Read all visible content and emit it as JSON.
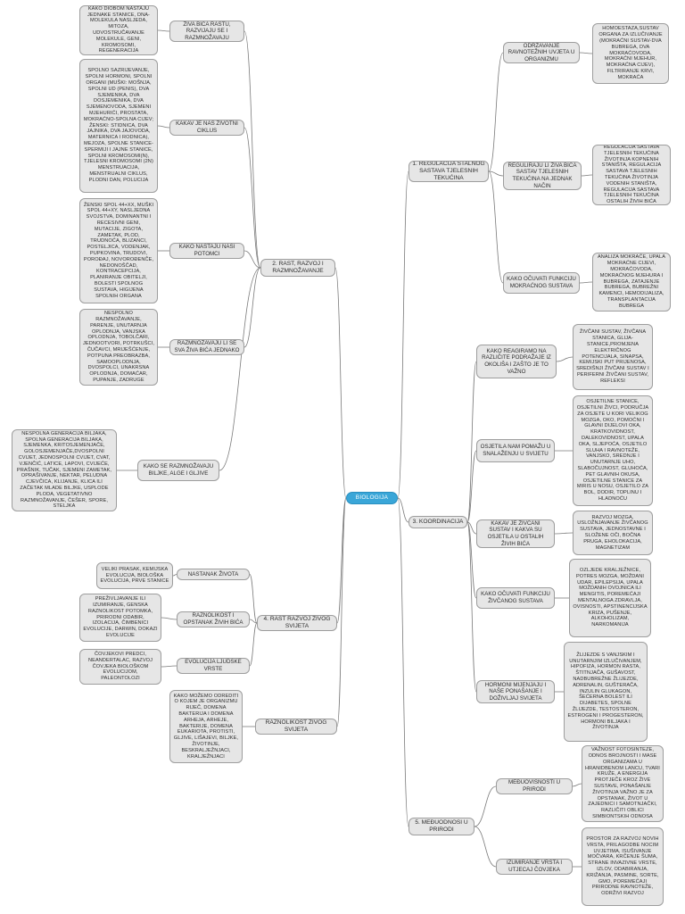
{
  "root": {
    "label": "BIOLOGIJA"
  },
  "branches": {
    "b1": {
      "label": "1. REGULACIJA STALNOG SASTAVA TJELESNIH TEKUĆINA",
      "topics": [
        {
          "label": "ODRŽAVANJE RAVNOTEŽNIH UVJETA U ORGANIZMU",
          "detail": "HOMOESTAZA,SUSTAV ORGANA ZA IZLUČIVANJE (MOKRAĆNI SUSTAV-DVA BUBREGA, DVA MOKRAĆOVODA, MOKRAĆNI MJEHUR, MOKRAĆNA CIJEV), FILTRIRANJE KRVI, MOKRAĆA"
        },
        {
          "label": "REGULIRAJU LI ŽIVA BIĆA SASTAV TJELESNIH TEKUĆINA NA JEDNAK NAČIN",
          "detail": "REGULACIJA SASTAVA TJELESNIH TEKUĆINA ŽIVOTINJA KOPNENIH STANIŠTA, REGULACIJA SASTAVA TJELESNIH TEKUĆINA ŽIVOTINJA VODENIH STANIŠTA, REGULACIJA SASTAVA TJELESNIH TEKUĆINA OSTALIH ŽIVIH BIĆA"
        },
        {
          "label": "KAKO OČUVATI FUNKCIJU MOKRAĆNOG SUSTAVA",
          "detail": "ANALIZA MOKRAĆE, UPALA MOKRAĆNE CIJEVI, MOKRAĆOVODA, MOKRAĆNOG MJEHURA I BUBREGA, ZATAJENJE BUBREGA, BUBREŽNI KAMENCI, HEMODIJALIZA, TRANSPLANTACIJA BUBREGA"
        }
      ]
    },
    "b2": {
      "label": "2. RAST, RAZVOJ I RAZMNOŽAVANJE",
      "topics": [
        {
          "label": "ŽIVA BIĆA RASTU, RAZVIJAJU SE I RAZMNOŽAVAJU",
          "detail": "KAKO DIOBOM NASTAJU JEDNAKE STANICE, DNA-MOLEKULA NASLJEDA, MITOZA, UDVOSTRUČAVANJE MOLEKULE, GENI, KROMOSOMI, REGENERACIJA"
        },
        {
          "label": "KAKAV JE NAŠ ŽIVOTNI CIKLUS",
          "detail": "SPOLNO SAZRIJEVANJE, SPOLNI HORMONI, SPOLNI ORGANI (MUŠKI: MOŠNJA, SPOLNI UD (PENIS), DVA SJEMENIKA, DVA DOSJEMENIKA, DVA SJEMENOVODA, SJEMENI MJEHURIĆI, PROSTATA, MOKRAĆNO-SPOLNA CIJEV; ŽENSKI: STIDNICA, DVA JAJNIKA, DVA JAJOVODA, MATERNICA I RODNICA), MEJOZA, SPOLNE STANICE-SPERMIJI I JAJNE STANICE, SPOLNI KROMOSOMI(n), TJELESNI KROMOSOMI (2n) MENSTRUACIJA, MENSTRUALNI CIKLUS, PLODNI DAN, POLUCIJA"
        },
        {
          "label": "KAKO NASTAJU NAŠI POTOMCI",
          "detail": "ŽENSKI SPOL 44+XX, MUŠKI SPOL 44+XY, NASLJEDNA SVOJSTVA, DOMINANTNI I RECESIVNI GENI, MUTACIJE, ZIGOTA, ZAMETAK, PLOD, TRUDNOĆA, BLIZANCI, POSTELJICA, VODENJAK, PUPKOVINA, TRUDOVI, POROĐAJ, NOVOROĐENČE, NEDONOŠČAD, KONTRACEPCIJA, PLANIRANJE OBITELJI, BOLESTI SPOLNOG SUSTAVA, HIGIJENA SPOLNIH ORGANA"
        },
        {
          "label": "RAZMNOŽAVAJU LI SE SVA ŽIVA BIĆA JEDNAKO",
          "detail": "NESPOLNO RAZMNOŽAVANJE, PARENJE, UNUTARNJA OPLODNJA, VANJSKA OPLODNJA, TOBOLČARI, JEDNOOTVORI, POTRKUŠCI, ČUČAVCI, MRIJEŠĆENJE, POTPUNA PREOBRAZBA, SAMOOPLODNJA, DVOSPOLCI, UNAKRSNA OPLODNJA, DOMAĆAR, PUPANJE, ZADRUGE"
        },
        {
          "label": "KAKO SE RAZMNOŽAVAJU BILJKE, ALGE I GLJIVE",
          "detail": "NESPOLNA GENERACIJA BILJAKA, SPOLNA GENERACIJA BILJAKA, SJEMENKA, KRITOSJEMENJAČE, GOLOSJEMENJAČE,DVOSPOLNI CVIJET, JEDNOSPOLNI CVIJET, CVAT, VJENČIĆ, LATICE, LAPOVI, CVIJEĆE, PRAŠNIK, TUČAK, SJEMENI ZAMETAK, OPRAŠIVANJE, NEKTAR, PELUDNA CJEVČICA, KLIJANJE, KLICA ILI ZAČETAK MLADE BILJKE, USPLODE PLODA, VEGETATIVNO RAZMNOŽAVANJE, ČEŠER, SPORE, STELJKA"
        }
      ]
    },
    "b3": {
      "label": "3. KOORDINACIJA",
      "topics": [
        {
          "label": "KAKO REAGIRAMO NA RAZLIČITE PODRAŽAJE IZ OKOLIŠA I ZAŠTO JE TO VAŽNO",
          "detail": "ŽIVČANI SUSTAV, ŽIVČANA STANICA, GLIJA-STANICE,PROMJENA ELEKTRIČNOG POTENCIJALA, SINAPSA, KEMIJSKI PUT PRIJENOSA, SREDIŠNJI ŽIVČANI SUSTAV I PERIFERNI ŽIVČANI SUSTAV, REFLEKSI"
        },
        {
          "label": "OSJETILA NAM POMAŽU U SNALAŽENJU U SVIJETU",
          "detail": "OSJETILNE STANICE, OSJETILNI ŽIVCI, PODRUČJA ZA OSJETE U KORI VELIKOG MOZGA, OKO, POMOĆNI I GLAVNI DIJELOVI OKA, KRATKOVIDNOST, DALEKOVIDNOST, UPALA OKA, SLJEPOĆA, OSJETILO SLUHA I RAVNOTEŽE, VANJSKO, SREDNJE I UNUTARNJE UHO, SLABOČUJNOST, GLUHOĆA, PET GLAVNIH OKUSA, OSJETILNE STANICE ZA MIRIS U NOSU, OSJETILO ZA BOL, DODIR, TOPLINU I HLADNOĆU"
        },
        {
          "label": "KAKAV JE ŽIVČANI SUSTAV I KAKVA SU OSJETILA U OSTALIH ŽIVIH BIĆA",
          "detail": "RAZVOJ MOZGA, USLOŽNJAVANJE ŽIVČANOG SUSTAVA, JEDNOSTAVNE I SLOŽENE OČI, BOČNA PRUGA, EHOLOKACIJA, MAGNETIZAM"
        },
        {
          "label": "KAKO OČUVATI FUNKCIJU ŽIVČANOG SUSTAVA",
          "detail": "OZLJEDE KRALJEŽNICE, POTRES MOZGA, MOŽDANI UDAR, EPILEPSIJA, UPALA MOŽDANIH OVOJNICA ILI MENGITIS, POREMEĆAJI MENTALNOGA ZDRAVLJA, OVISNOSTI, APSTINENCIJSKA KRIZA, PUŠENJE, ALKOHOLIZAM, NARKOMANIJA"
        },
        {
          "label": "HORMONI MIJENJAJU I NAŠE PONAŠANJE I DOŽIVLJAJ SVIJETA",
          "detail": "ŽLIJEZDE S VANJSKIM I UNUTARNJIM IZLUČIVANJEM, HIPOFIZA, HORMON RASTA, ŠTITNJAČA, GUŠAVOST, NADBUBREŽNE ŽLIJEZDE, ADRENALIN, GUŠTERAČA, INZULIN GLUKAGON, ŠEĆERNA BOLEST ILI DIJABETES, SPOLNE ŽLIJEZDE, TESTOSTERON, ESTROGENI I PROGESTERON, HORMONI BILJAKA I ŽIVOTINJA"
        }
      ]
    },
    "b4": {
      "label": "4. RAST RAZVOJ ŽIVOG SVIJETA",
      "topics": [
        {
          "label": "NASTANAK ŽIVOTA",
          "detail": "VELIKI PRASAK, KEMIJSKA EVOLUCIJA, BIOLOŠKA EVOLUCIJA, PRVE STANICE"
        },
        {
          "label": "RAZNOLIKOST I OPSTANAK ŽIVIH BIĆA",
          "detail": "PREŽIVLJAVANJE ILI IZUMIRANJE, GENSKA RAZNOLIKOST POTOMKA, PRIRODNI ODABIR, IZOLACIJA, ČIMBENICI EVOLUCIJE, DARWIN, DOKAZI EVOLUCIJE"
        },
        {
          "label": "EVOLUCIJA LJUDSKE VRSTE",
          "detail": "ČOVJEKOVI PREDCI, NEANDERTALAC, RAZVOJ ČOVJEKA BIOLOŠKOM EVOLUCIJOM, PALEONTOLOZI"
        }
      ]
    },
    "b4b": {
      "label": "RAZNOLIKOST ŽIVOG SVIJETA",
      "detail": "KAKO MOŽEMO ODREDITI O KOJEM JE ORGANIZMU RIJEČ, DOMENA BAKTERIJA I DOMENA ARHEJA, ARHEJE, BAKTERIJE, DOMENA EUKARIOTA, PROTISTI, GLJIVE, LIŠAJEVI, BILJKE, ŽIVOTINJE, BESKRALJEŽNJACI, KRALJEŽNJACI"
    },
    "b5": {
      "label": "5. MEĐUODNOSI U PRIRODI",
      "topics": [
        {
          "label": "MEĐUOVISNOSTI U PRIRODI",
          "detail": "VAŽNOST FOTOSINTEZE, ODNOS BROJNOSTI I MASE ORGANIZAMA U HRANIDBENOM LANCU, TVARI KRUŽE, A ENERGIJA PROTJEČE KROZ ŽIVE SUSTAVE, PONAŠANJE ŽIVOTINJA VAŽNO JE ZA OPSTANAK, ŽIVOT U ZAJEDNICI I SAMOTNJAČKI, RAZLIČITI OBLICI SIMBIONTSKIH ODNOSA"
        },
        {
          "label": "IZUMIRANJE VRSTA I UTJECAJ ČOVJEKA",
          "detail": "PROSTOR ZA RAZVOJ NOVIH VRSTA, PRILAGODBE NOCIM UVJETIMA, ISUŠIVANJE MOČVARA, KRČENJE ŠUMA, STRANE INVAZIVNE VRSTE, IZLOV, ODABIRANJA, KRIŽANJA, PASMINE, SORTE, GMO, POREMEĆAJI PRIRODNE RAVNOTEŽE, ODRŽIVI RAZVOJ"
        }
      ]
    }
  }
}
